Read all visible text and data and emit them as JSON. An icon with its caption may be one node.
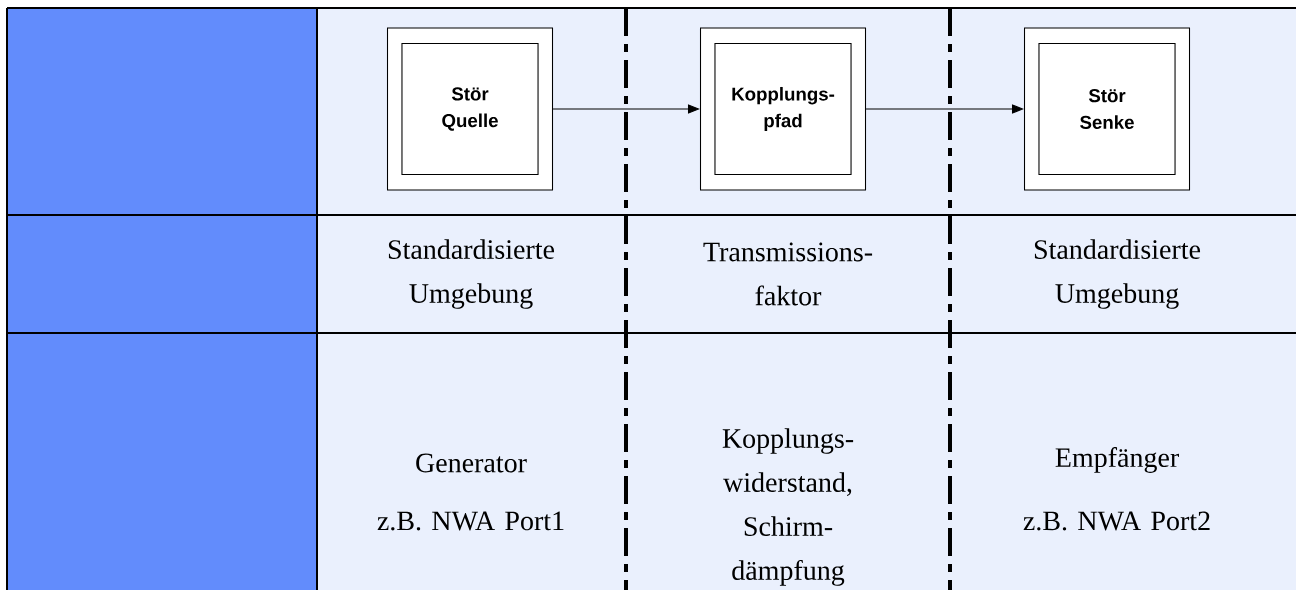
{
  "diagram": {
    "nodes": [
      {
        "text": [
          "Stör Quelle"
        ]
      },
      {
        "text": [
          "Kopplungs-pfad"
        ]
      },
      {
        "text": [
          "Stör Senke"
        ]
      }
    ],
    "edges": [
      {
        "from": 0,
        "to": 1,
        "arrow": "to"
      },
      {
        "from": 1,
        "to": 2,
        "arrow": "to"
      }
    ],
    "labels": [
      "Standardisierte Umgebung",
      "Transmissions-faktor",
      "Standardisierte Umgebung",
      "Generator",
      "z.B. NWA Port1",
      "Kopplungs-widerstand, Schirm-dämpfung",
      "Empfänger",
      "z.B. NWA Port2"
    ]
  }
}
